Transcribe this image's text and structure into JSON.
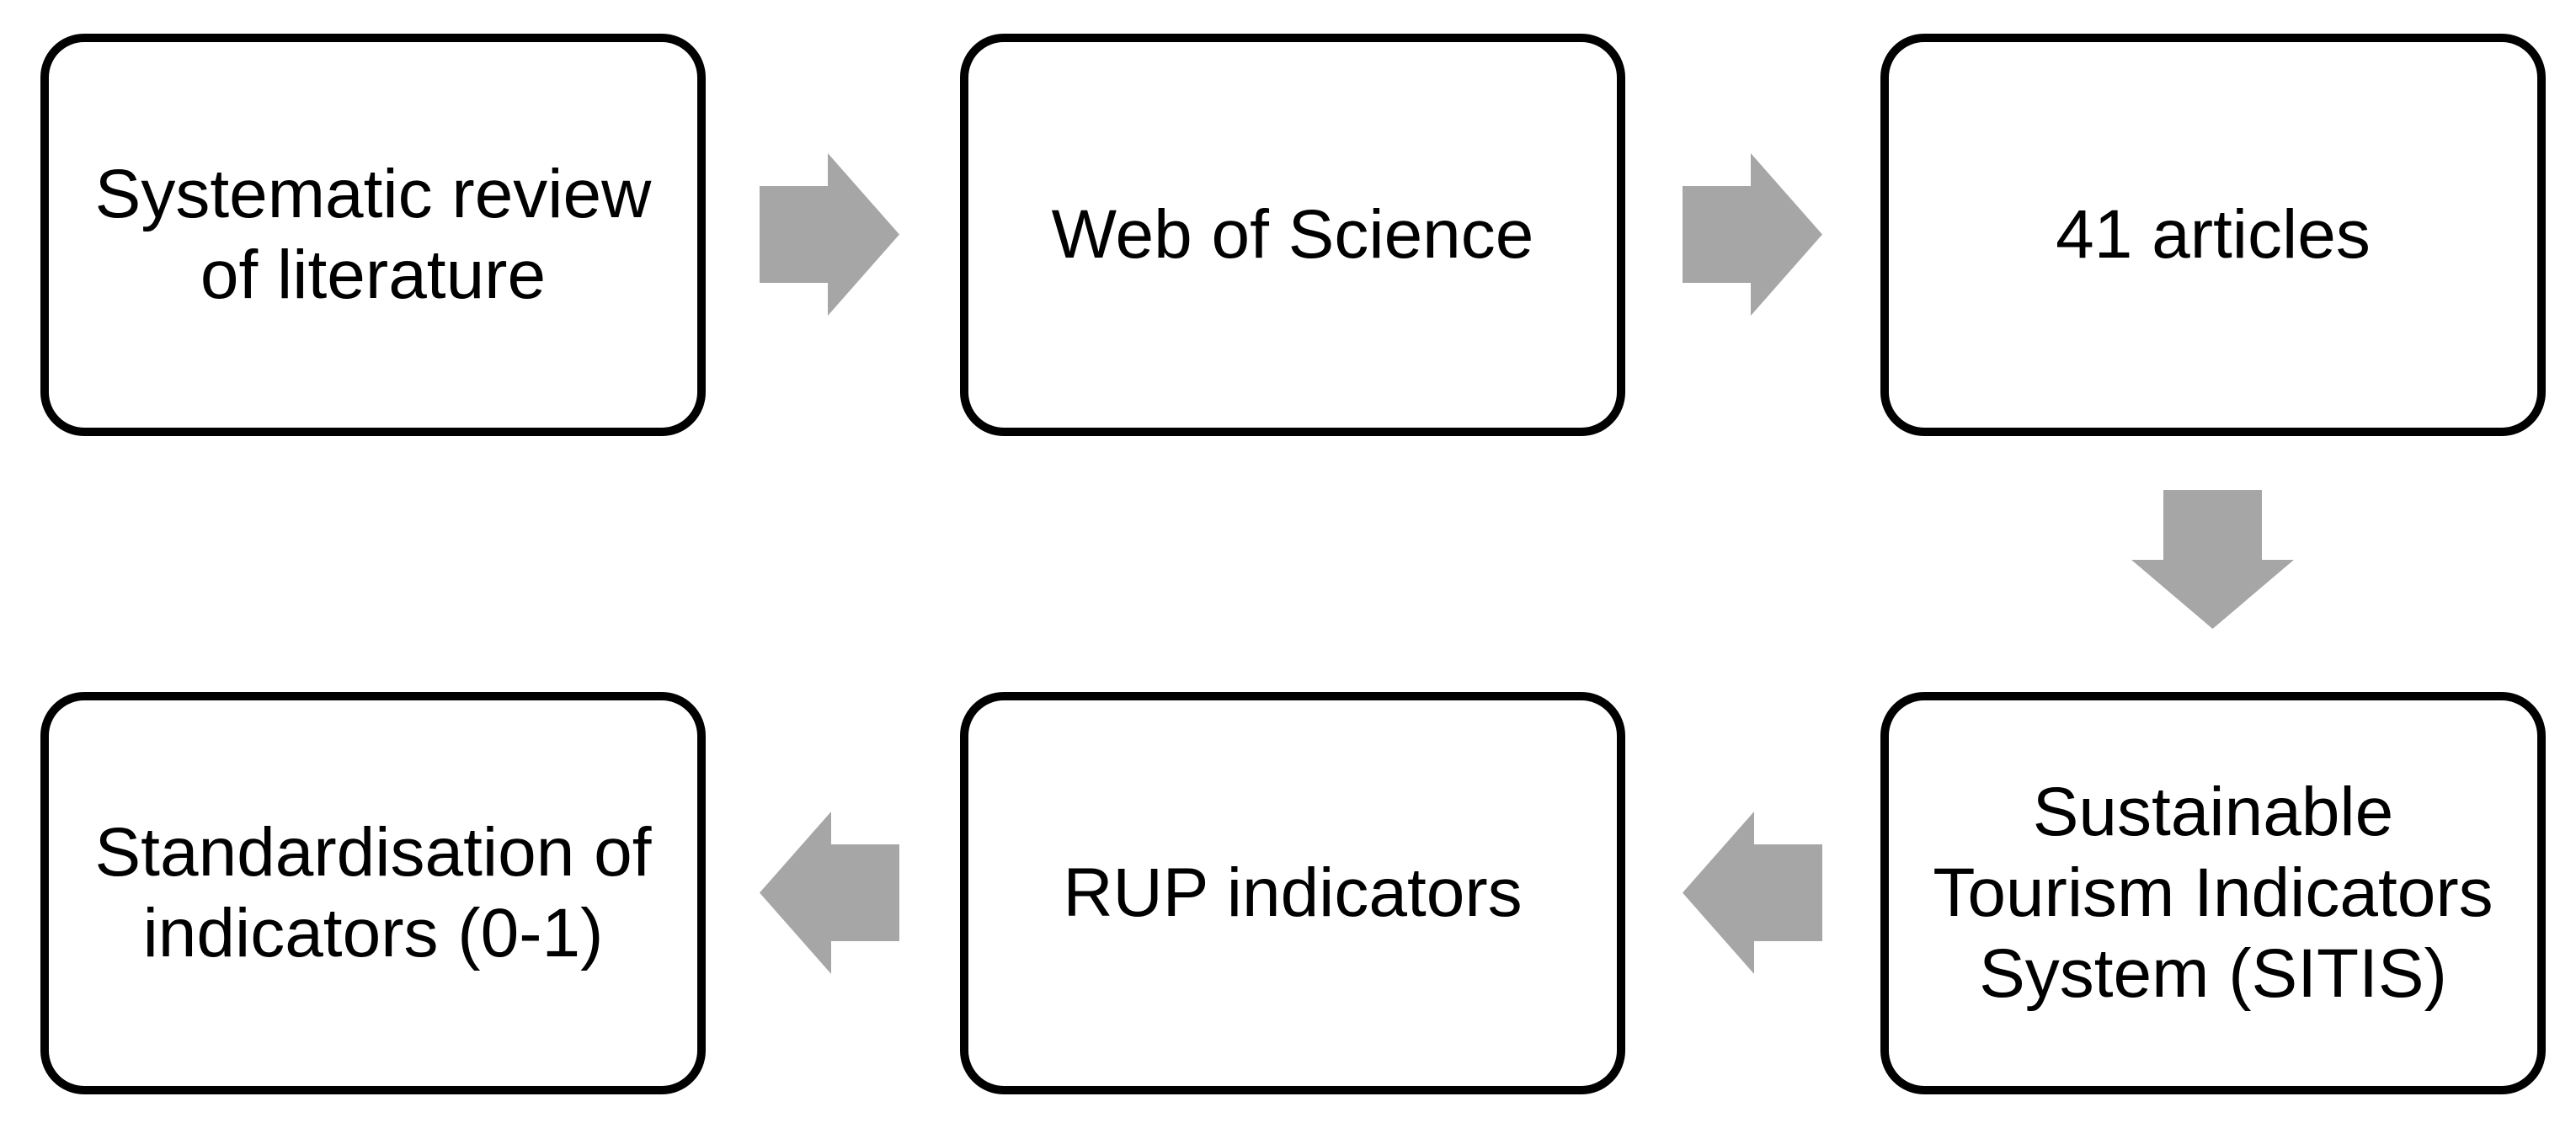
{
  "colors": {
    "background": "#ffffff",
    "box_border": "#000000",
    "box_fill": "#ffffff",
    "text": "#000000",
    "arrow": "#a6a6a6"
  },
  "diagram": {
    "boxes": {
      "box1": {
        "label": "Systematic review\nof literature"
      },
      "box2": {
        "label": "Web of Science"
      },
      "box3": {
        "label": "41 articles"
      },
      "box4": {
        "label": "Standardisation of\nindicators (0-1)"
      },
      "box5": {
        "label": "RUP indicators"
      },
      "box6": {
        "label": "Sustainable\nTourism Indicators\nSystem (SITIS)"
      }
    },
    "arrows": [
      {
        "id": "arrow1",
        "direction": "right",
        "from": "box1",
        "to": "box2"
      },
      {
        "id": "arrow2",
        "direction": "right",
        "from": "box2",
        "to": "box3"
      },
      {
        "id": "arrow3",
        "direction": "down",
        "from": "box3",
        "to": "box6"
      },
      {
        "id": "arrow4",
        "direction": "left",
        "from": "box6",
        "to": "box5"
      },
      {
        "id": "arrow5",
        "direction": "left",
        "from": "box5",
        "to": "box4"
      }
    ]
  }
}
